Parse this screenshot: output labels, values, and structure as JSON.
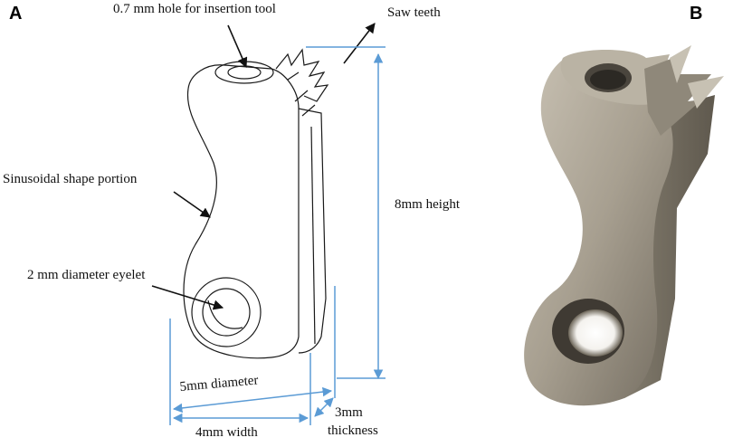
{
  "panels": {
    "a": "A",
    "b": "B"
  },
  "labels": {
    "hole": "0.7 mm hole for insertion tool",
    "saw_teeth": "Saw teeth",
    "sinusoidal": "Sinusoidal shape portion",
    "height": "8mm height",
    "eyelet": "2 mm diameter eyelet",
    "diameter": "5mm diameter",
    "width": "4mm width",
    "thickness_1": "3mm",
    "thickness_2": "thickness"
  },
  "colors": {
    "dimension": "#5b9bd5",
    "outline": "#1a1a1a",
    "metal_light": "#b3ac9e",
    "metal_dark": "#6e675b"
  }
}
